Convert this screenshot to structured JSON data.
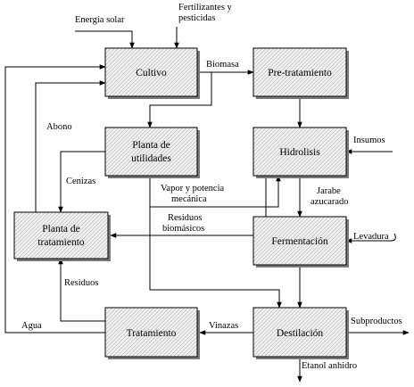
{
  "nodes": {
    "cultivo": [
      "Cultivo"
    ],
    "pretratamiento": [
      "Pre-tratamiento"
    ],
    "planta_utilidades": [
      "Planta de",
      "utilidades"
    ],
    "hidrolisis": [
      "Hidrolisis"
    ],
    "planta_tratamiento": [
      "Planta de",
      "tratamiento"
    ],
    "fermentacion": [
      "Fermentación"
    ],
    "tratamiento": [
      "Tratamiento"
    ],
    "destilacion": [
      "Destilación"
    ]
  },
  "labels": {
    "energia_solar": [
      "Energía solar"
    ],
    "fertilizantes": [
      "Fertilizantes y",
      "pesticidas"
    ],
    "biomasa": [
      "Biomasa"
    ],
    "abono": [
      "Abono"
    ],
    "insumos": [
      "Insumos"
    ],
    "cenizas": [
      "Cenizas"
    ],
    "vapor": [
      "Vapor y potencia",
      "mecánica"
    ],
    "jarabe": [
      "Jarabe",
      "azucarado"
    ],
    "residuos_biomasicos": [
      "Residuos",
      "biomásicos"
    ],
    "levadura": [
      "Levadura"
    ],
    "residuos": [
      "Residuos"
    ],
    "agua": [
      "Agua"
    ],
    "vinazas": [
      "Vinazas"
    ],
    "subproductos": [
      "Subproductos"
    ],
    "etanol": [
      "Etanol anhidro"
    ]
  }
}
